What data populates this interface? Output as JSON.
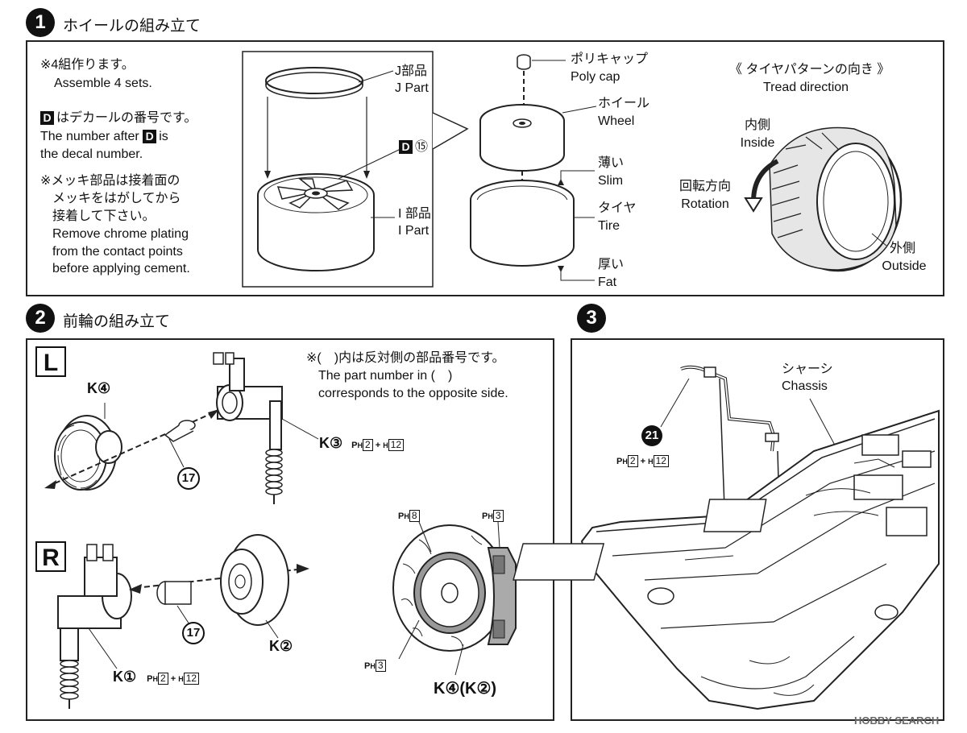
{
  "step1": {
    "num": "1",
    "title": "ホイールの組み立て",
    "note_sets_jp": "※4組作ります。",
    "note_sets_en": "Assemble 4 sets.",
    "decal_badge": "D",
    "decal_jp": "はデカールの番号です。",
    "decal_en_1": "The number after",
    "decal_en_2": "is",
    "decal_en_3": "the decal number.",
    "chrome_jp_1": "※メッキ部品は接着面の",
    "chrome_jp_2": "メッキをはがしてから",
    "chrome_jp_3": "接着して下さい。",
    "chrome_en_1": "Remove chrome plating",
    "chrome_en_2": "from the contact points",
    "chrome_en_3": "before applying cement.",
    "j_jp": "J部品",
    "j_en": "J Part",
    "i_jp": "I 部品",
    "i_en": "I Part",
    "d15_badge": "D",
    "d15_num": "⑮",
    "polycap_jp": "ポリキャップ",
    "polycap_en": "Poly cap",
    "wheel_jp": "ホイール",
    "wheel_en": "Wheel",
    "slim_jp": "薄い",
    "slim_en": "Slim",
    "tire_jp": "タイヤ",
    "tire_en": "Tire",
    "fat_jp": "厚い",
    "fat_en": "Fat",
    "tread_jp": "《 タイヤパターンの向き 》",
    "tread_en": "Tread direction",
    "inside_jp": "内側",
    "inside_en": "Inside",
    "rotation_jp": "回転方向",
    "rotation_en": "Rotation",
    "outside_jp": "外側",
    "outside_en": "Outside"
  },
  "step2": {
    "num": "2",
    "title": "前輪の組み立て",
    "L": "L",
    "R": "R",
    "note_jp": "※(　)内は反対側の部品番号です。",
    "note_en_1": "The part number in (　)",
    "note_en_2": "corresponds to the opposite side.",
    "k4": "K④",
    "k3": "K③",
    "k2": "K②",
    "k1": "K①",
    "num17": "17",
    "ph2": "2",
    "h12": "12",
    "ph8": "8",
    "ph3": "3",
    "pmark": "P",
    "hsub": "H",
    "plus": "+",
    "k4k2": "K④(K②)"
  },
  "step3": {
    "num": "3",
    "chassis_jp": "シャーシ",
    "chassis_en": "Chassis",
    "num21": "21"
  },
  "watermark": "HOBBY SEARCH"
}
